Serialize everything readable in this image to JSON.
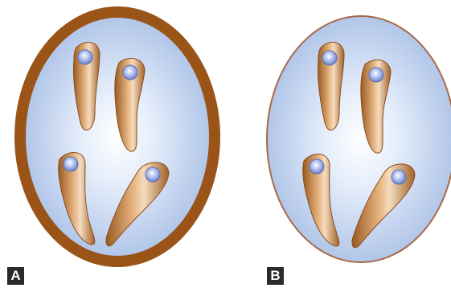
{
  "panels": [
    {
      "id": "A",
      "label": "A",
      "cyst_wall": "thick",
      "wall_color": "#9a5418",
      "interior_color": "#b9cdea",
      "organism_count": 4
    },
    {
      "id": "B",
      "label": "B",
      "cyst_wall": "thin",
      "wall_color": "#a86a47",
      "interior_color": "#b9cdea",
      "organism_count": 4
    }
  ],
  "colors": {
    "organism_body": "#c47f3f",
    "organism_highlight": "#f3dcc0",
    "nucleus": "#7f95d8",
    "nucleus_highlight": "#e6ecff",
    "label_bg": "#2b2b2b",
    "label_text": "#ffffff"
  }
}
